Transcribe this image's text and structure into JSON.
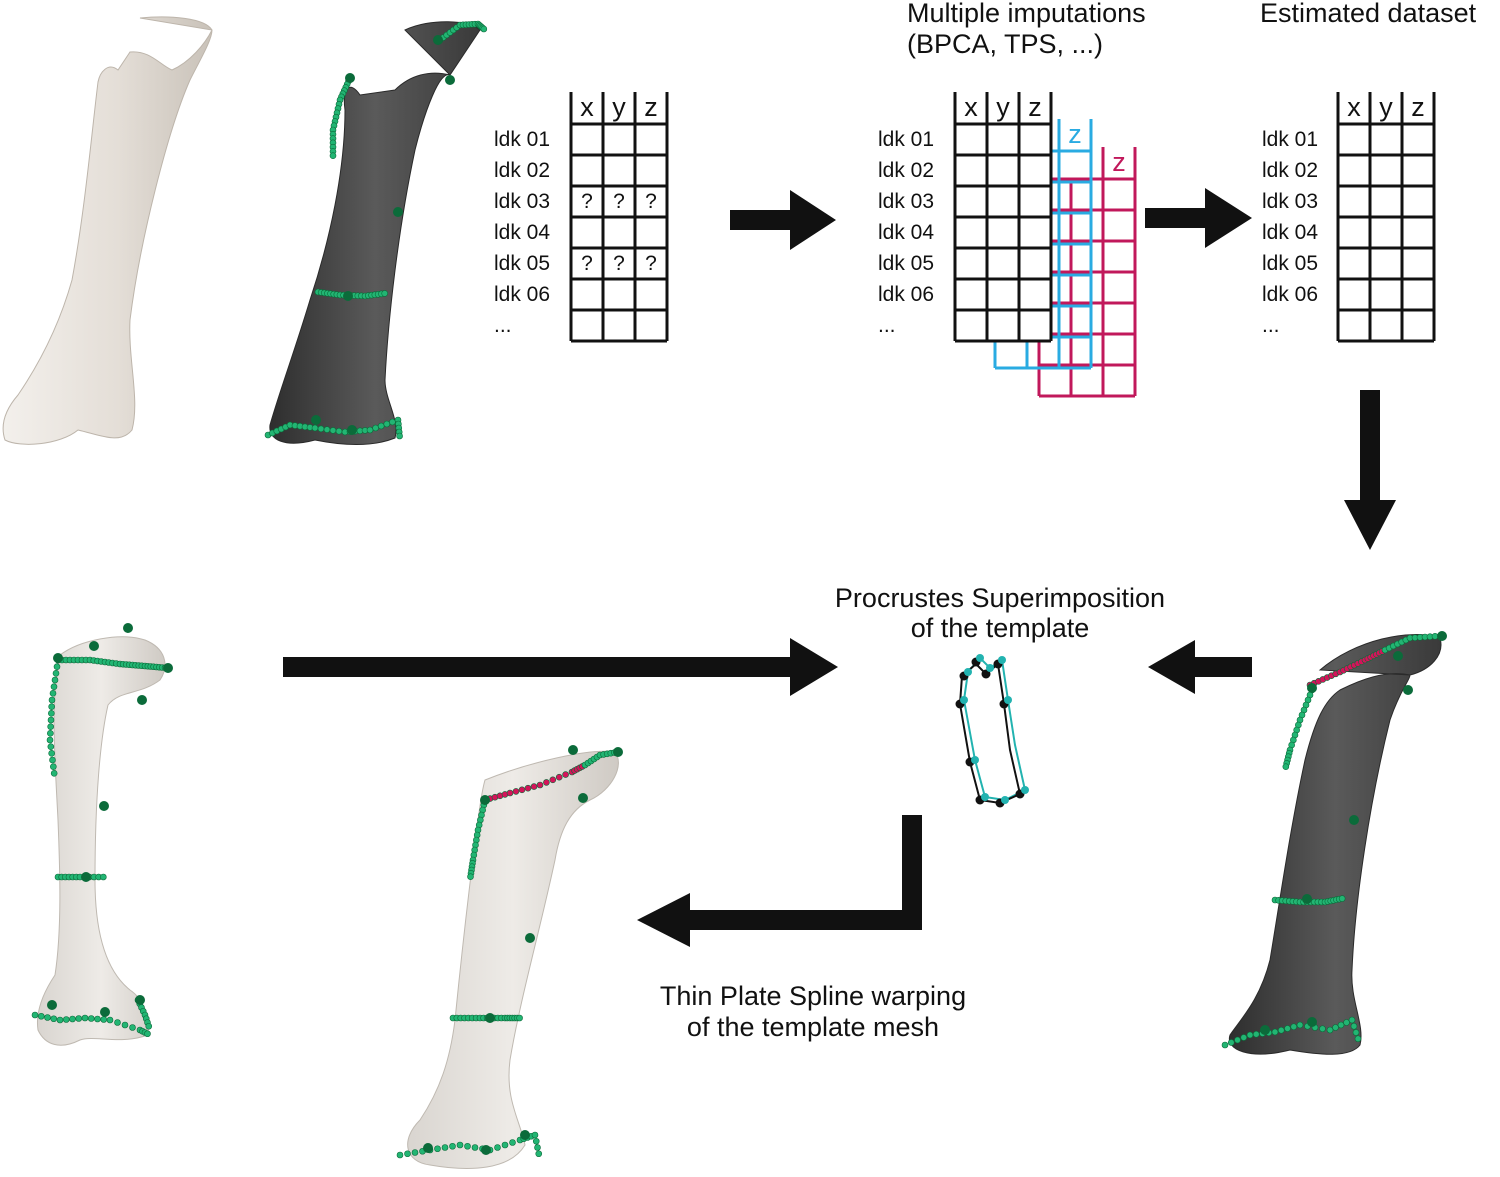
{
  "colors": {
    "landmark": "#22b573",
    "landmark_dark": "#0b6b3a",
    "landmark_red": "#d4145a",
    "imputation_blue": "#29abe2",
    "imputation_red": "#c1185b",
    "bone_light": "#e6e2dc",
    "bone_dark": "#4a4a4a",
    "template_cyan": "#22b3b0"
  },
  "icons": [
    "femur-light",
    "femur-dark",
    "femur-template",
    "procrustes-outline",
    "arrow"
  ],
  "table_incomplete": {
    "columns": [
      "x",
      "y",
      "z"
    ],
    "rows": [
      "ldk 01",
      "ldk 02",
      "ldk 03",
      "ldk 04",
      "ldk 05",
      "ldk 06",
      "..."
    ],
    "missing_mark": "?"
  },
  "table_imputations": {
    "title_line1": "Multiple imputations",
    "title_line2": "(BPCA, TPS, ...)",
    "columns": [
      "x",
      "y",
      "z"
    ],
    "rows": [
      "ldk 01",
      "ldk 02",
      "ldk 03",
      "ldk 04",
      "ldk 05",
      "ldk 06",
      "..."
    ],
    "layer_labels": [
      "z",
      "z"
    ]
  },
  "table_estimated": {
    "title": "Estimated dataset",
    "columns": [
      "x",
      "y",
      "z"
    ],
    "rows": [
      "ldk 01",
      "ldk 02",
      "ldk 03",
      "ldk 04",
      "ldk 05",
      "ldk 06",
      "..."
    ]
  },
  "procrustes": {
    "line1": "Procrustes Superimposition",
    "line2": "of the template"
  },
  "tps": {
    "line1": "Thin Plate Spline warping",
    "line2": "of the template mesh"
  }
}
